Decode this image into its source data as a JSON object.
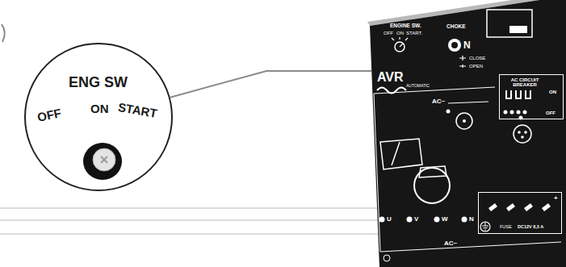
{
  "diagram": {
    "nodes": [
      {
        "text": [
          "ENG SW",
          "OFF",
          "ON",
          "START"
        ]
      },
      {
        "text": [
          "ENGINE SW.",
          "OFF",
          "ON",
          "START.",
          "CHOKE",
          "N",
          "CLOSE",
          "OPEN",
          "AVR",
          "AUTOMATIC",
          "AC~",
          "AC~",
          "U",
          "V",
          "W",
          "N"
        ]
      },
      {
        "text": [
          "AC CIRCUIT BREAKER",
          "ON",
          "OFF"
        ],
        "in": 1
      },
      {
        "text": [
          "FUSE",
          "DC12V 8,3 A",
          "+"
        ],
        "in": 1
      }
    ],
    "edges": [
      {
        "from": 0,
        "to": 1,
        "arrow": "none"
      }
    ]
  }
}
